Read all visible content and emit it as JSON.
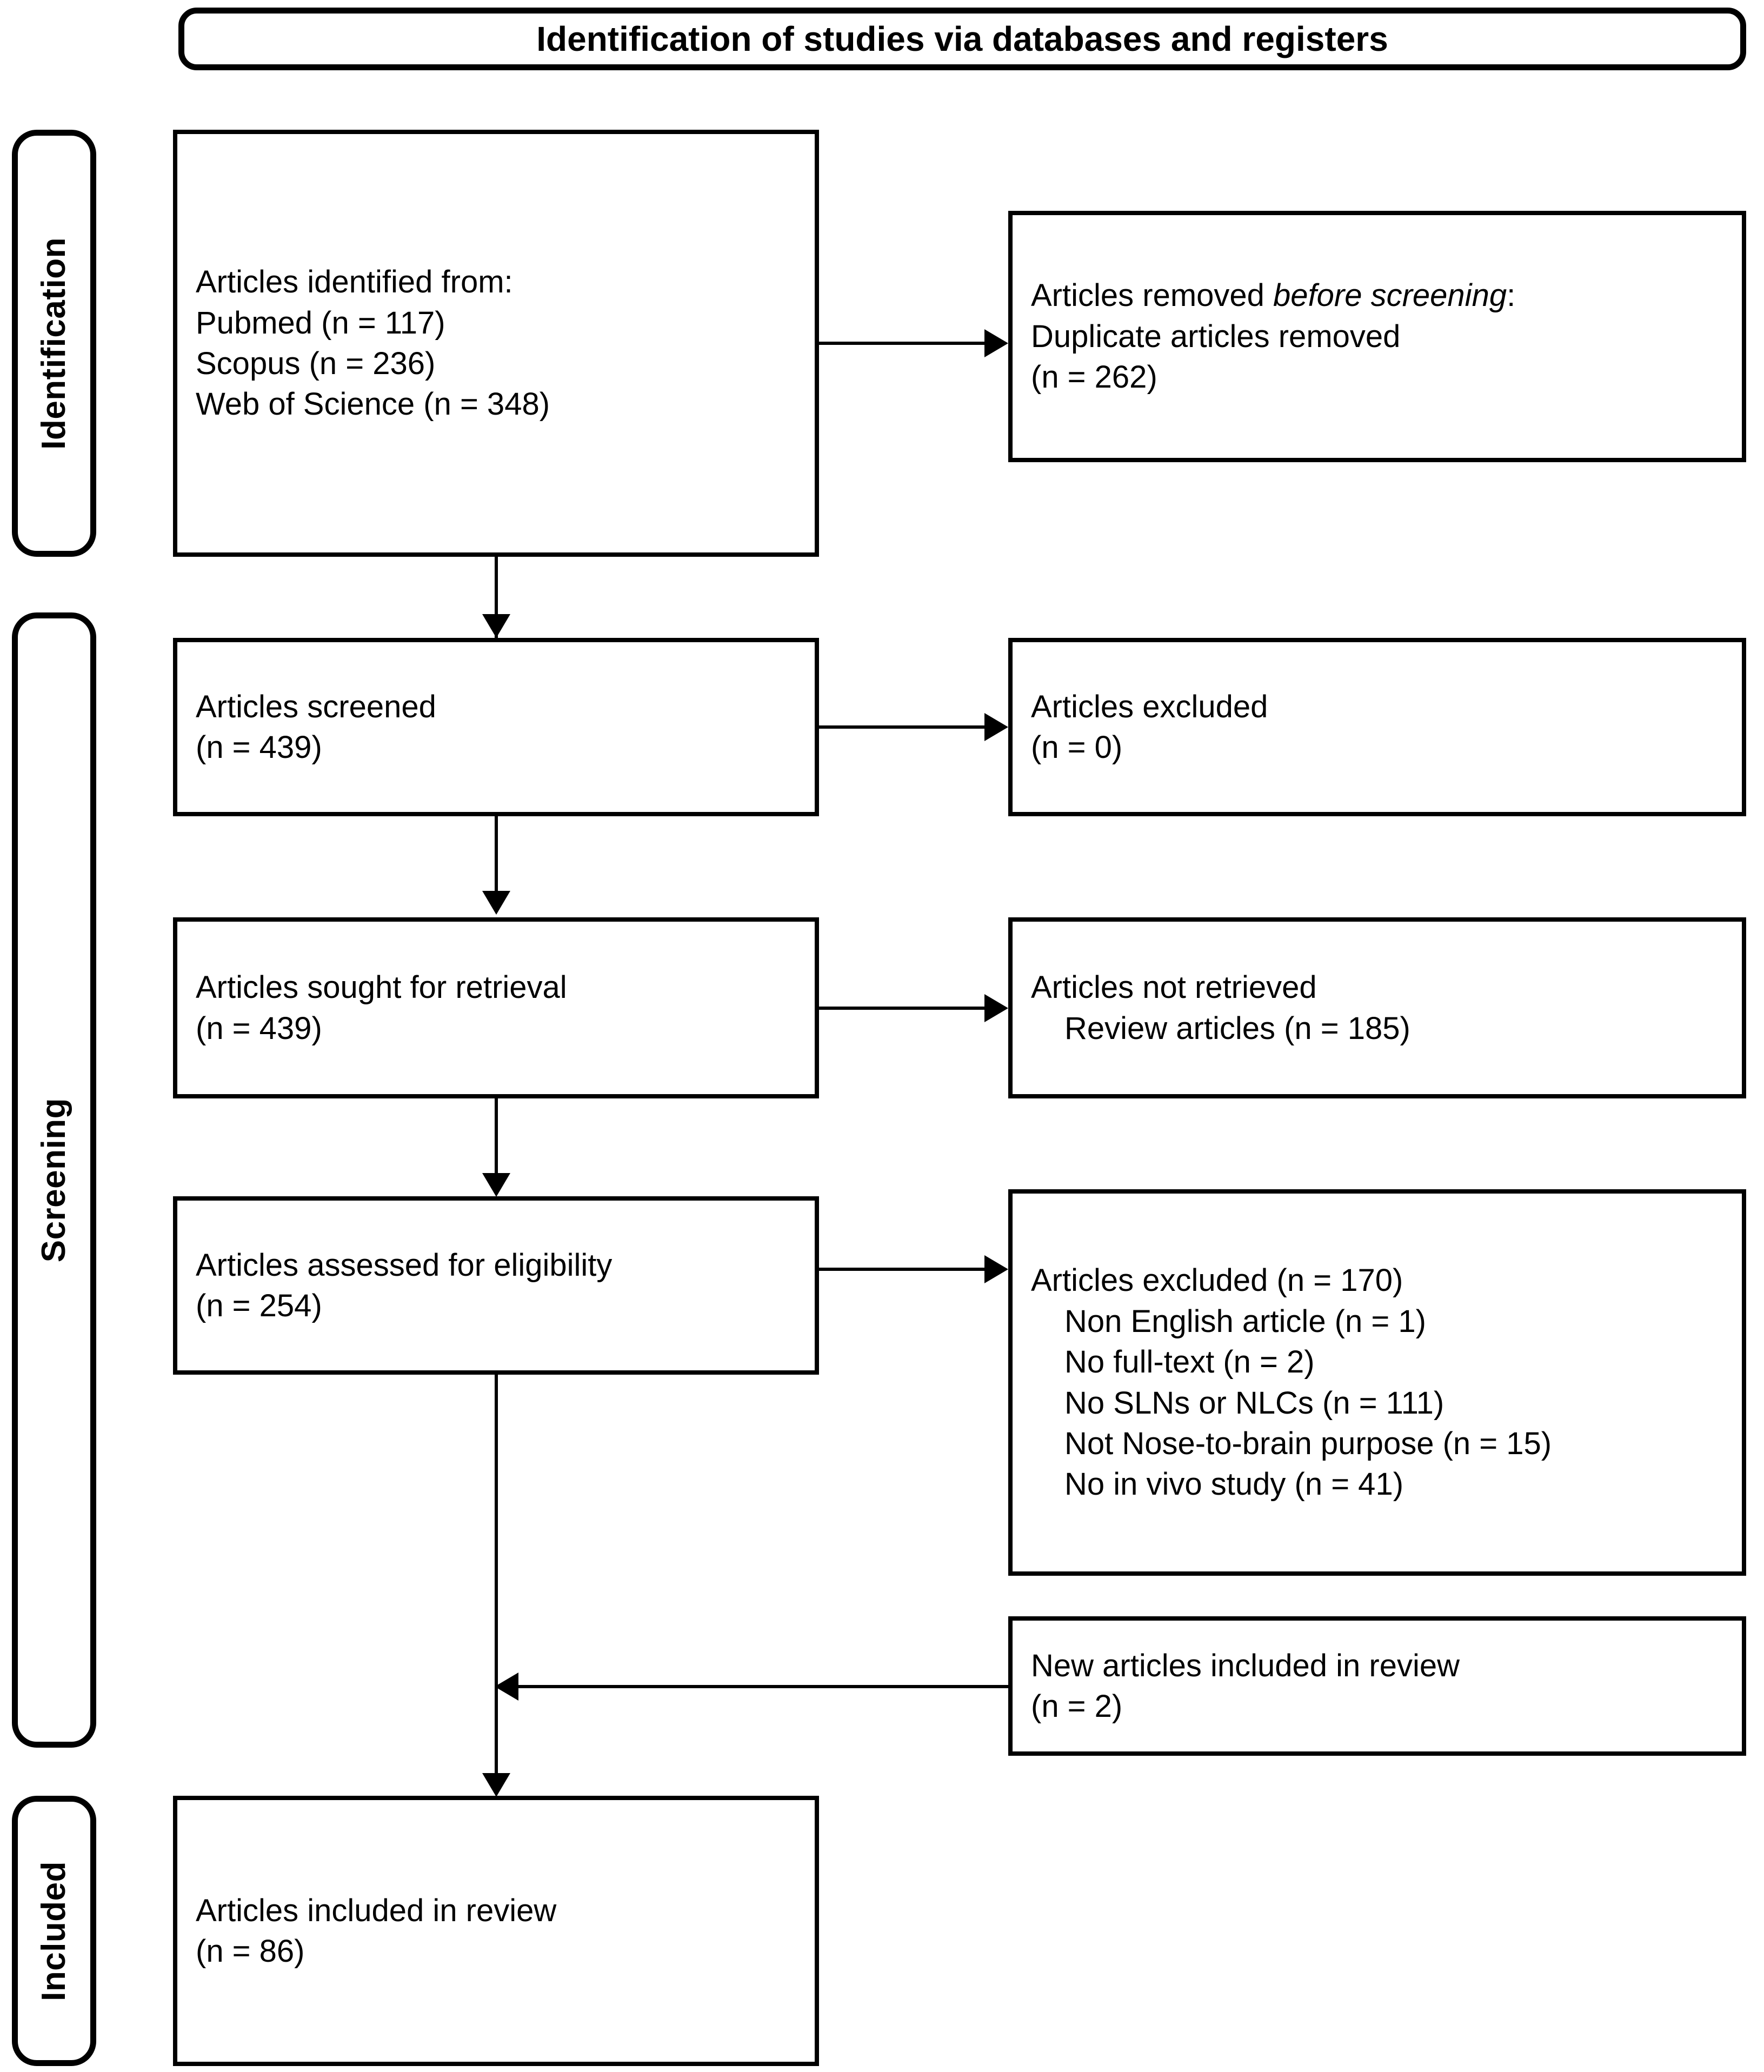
{
  "diagram": {
    "kind": "prisma-flow-diagram",
    "banner": {
      "title": "Identification of studies via databases and registers"
    },
    "stages": [
      {
        "id": "identification",
        "label": "Identification"
      },
      {
        "id": "screening",
        "label": "Screening"
      },
      {
        "id": "included",
        "label": "Included"
      }
    ],
    "boxes": {
      "identified": {
        "lines": [
          "Articles identified from:",
          "Pubmed (n = 117)",
          "Scopus (n = 236)",
          "Web of Science (n = 348)"
        ]
      },
      "removed_before_screening": {
        "line1_prefix": "Articles removed ",
        "line1_italic": "before screening",
        "line1_suffix": ":",
        "lines": [
          "Duplicate articles removed",
          "(n = 262)"
        ]
      },
      "screened": {
        "lines": [
          "Articles screened",
          "(n = 439)"
        ]
      },
      "excluded_screening": {
        "lines": [
          "Articles excluded",
          "(n = 0)"
        ]
      },
      "sought_retrieval": {
        "lines": [
          "Articles sought for retrieval",
          "(n = 439)"
        ]
      },
      "not_retrieved": {
        "lines": [
          "Articles not retrieved",
          "Review articles (n = 185)"
        ]
      },
      "assessed_eligibility": {
        "lines": [
          "Articles assessed for eligibility",
          "(n = 254)"
        ]
      },
      "excluded_eligibility": {
        "heading": "Articles excluded (n = 170)",
        "reasons": [
          "Non English article (n = 1)",
          "No full-text (n = 2)",
          "No SLNs or NLCs (n = 111)",
          "Not Nose-to-brain purpose (n = 15)",
          "No in vivo study (n = 41)"
        ]
      },
      "new_articles": {
        "lines": [
          "New articles included in review",
          "(n = 2)"
        ]
      },
      "included_review": {
        "lines": [
          "Articles included in review",
          "(n = 86)"
        ]
      }
    },
    "counts": {
      "pubmed": 117,
      "scopus": 236,
      "web_of_science": 348,
      "duplicates_removed": 262,
      "screened": 439,
      "excluded_at_screening": 0,
      "sought_for_retrieval": 439,
      "not_retrieved_review_articles": 185,
      "assessed_for_eligibility": 254,
      "excluded_at_eligibility": 170,
      "excl_non_english": 1,
      "excl_no_full_text": 2,
      "excl_no_slns_or_nlcs": 111,
      "excl_not_nose_to_brain": 15,
      "excl_no_in_vivo": 41,
      "new_articles_included": 2,
      "included_in_review": 86
    },
    "colors": {
      "ink": "#000000",
      "paper": "#ffffff"
    }
  }
}
